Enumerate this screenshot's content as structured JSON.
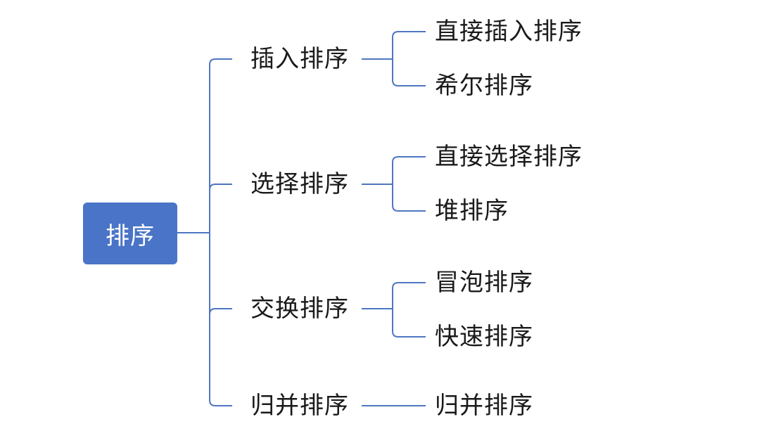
{
  "root": {
    "label": "排序"
  },
  "categories": [
    {
      "label": "插入排序",
      "children": [
        "直接插入排序",
        "希尔排序"
      ]
    },
    {
      "label": "选择排序",
      "children": [
        "直接选择排序",
        "堆排序"
      ]
    },
    {
      "label": "交换排序",
      "children": [
        "冒泡排序",
        "快速排序"
      ]
    },
    {
      "label": "归并排序",
      "children": [
        "归并排序"
      ]
    }
  ],
  "colors": {
    "root_fill": "#4a74c7",
    "connector": "#4f76c2",
    "root_text": "#ffffff",
    "node_text": "#1a1a1a"
  }
}
